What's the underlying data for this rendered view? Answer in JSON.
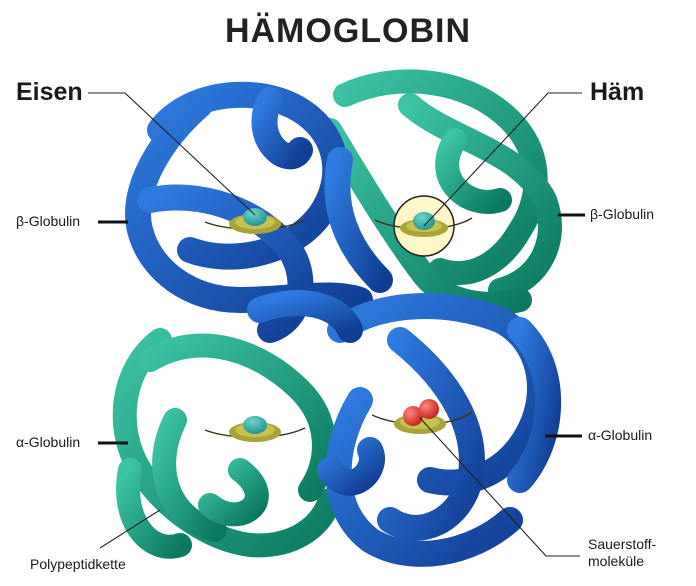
{
  "title": "HÄMOGLOBIN",
  "labels": {
    "eisen": "Eisen",
    "haem": "Häm",
    "beta_left": "β-Globulin",
    "beta_right": "β-Globulin",
    "alpha_left": "α-Globulin",
    "alpha_right": "α-Globulin",
    "polypeptide": "Polypeptidkette",
    "oxygen_line1": "Sauerstoff-",
    "oxygen_line2": "moleküle"
  },
  "colors": {
    "blue_chain": "#1f63c0",
    "blue_dark": "#0f3f8c",
    "green_chain": "#1fa58a",
    "green_dark": "#0d7a63",
    "heme_ring": "#a9a43a",
    "iron": "#2aa7a0",
    "oxygen": "#e0352d"
  }
}
